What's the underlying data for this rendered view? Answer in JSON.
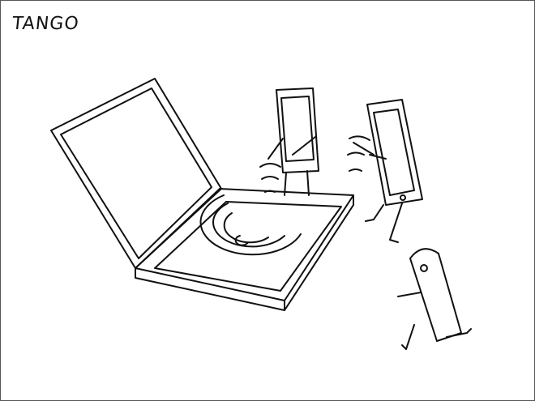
{
  "signature": "TANGO",
  "scene": {
    "objects": [
      "pizza-box",
      "phone",
      "phone",
      "phone"
    ],
    "ink_color": "#111111",
    "paper_color": "#ffffff"
  }
}
